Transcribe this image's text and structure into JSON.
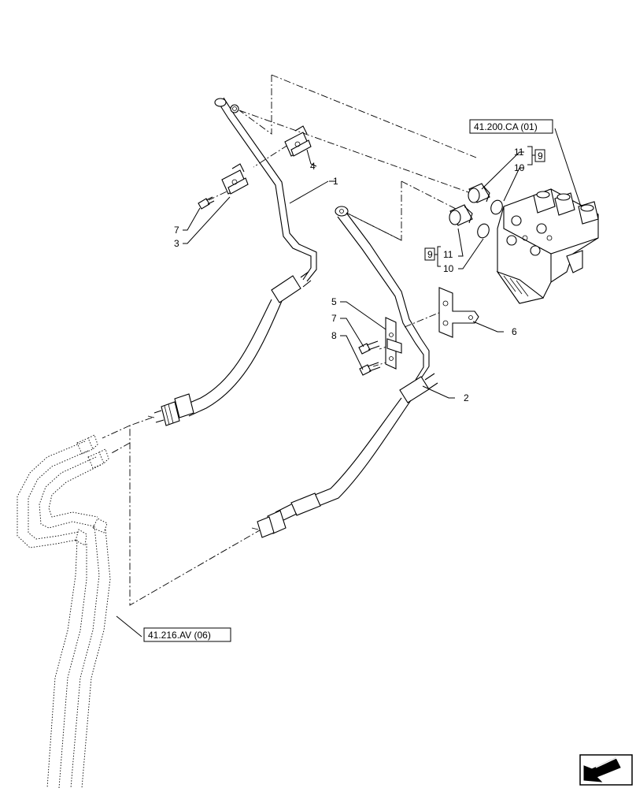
{
  "references": {
    "top_right": "41.200.CA (01)",
    "bottom_left": "41.216.AV (06)"
  },
  "callouts": {
    "item_1": "1",
    "item_2": "2",
    "item_3": "3",
    "item_4": "4",
    "item_5": "5",
    "item_6": "6",
    "item_7_upper": "7",
    "item_7_lower": "7",
    "item_8": "8",
    "item_9_upper": "9",
    "item_9_lower": "9",
    "item_10_upper": "10",
    "item_10_lower": "10",
    "item_11_upper": "11",
    "item_11_lower": "11"
  },
  "nav": {
    "icon": "next-page-arrow-icon"
  }
}
